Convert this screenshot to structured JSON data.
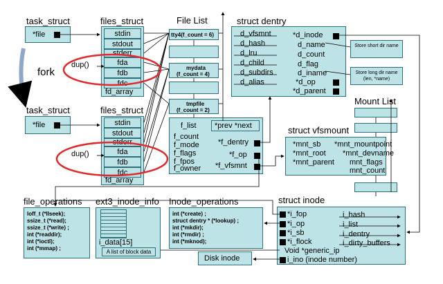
{
  "top_task": {
    "title": "task_struct",
    "file_label": "*file"
  },
  "top_files": {
    "title": "files_struct",
    "rows": [
      "stdin",
      "stdout",
      "stderr",
      "fda",
      "fdb",
      "fdc"
    ],
    "array_label": "fd_array"
  },
  "fork_label": "fork",
  "bottom_task": {
    "title": "task_struct",
    "file_label": "*file"
  },
  "bottom_files": {
    "title": "files_struct",
    "rows": [
      "stdin",
      "stdout",
      "stderr",
      "fda",
      "fdb",
      "fdc"
    ],
    "array_label": "fd_array"
  },
  "dup_label": "dup()",
  "file_list": {
    "title": "File List",
    "entry1": "tty4(f_count = 6)",
    "entry2_name": "mydata",
    "entry2_count": "(f_count = 4)",
    "entry3_name": "tmpfile",
    "entry3_count": "(f_count = 2)"
  },
  "file_detail": {
    "list_label": "f_list",
    "prev_next": "*prev  *next",
    "fields": [
      "f_count",
      "f_mode",
      "f_flags",
      "f_fpos",
      "f_owner"
    ],
    "ptr_fields": [
      "*f_dentry",
      "*f_op",
      "*f_vfsmnt"
    ]
  },
  "dentry": {
    "title": "struct dentry",
    "left": [
      "d_vfsmnt",
      "d_hash",
      "d_lru",
      "d_child",
      "d_subdirs",
      "d_alias"
    ],
    "right": [
      "*d_inode",
      "d_name",
      "d_count",
      "d_flag",
      "d_iname",
      "*d_op",
      "*d_parent"
    ],
    "note_short": "Store short dir name",
    "note_long": "Store long dir name (len, *name)"
  },
  "mount": {
    "title": "Mount List"
  },
  "vfsmount": {
    "title": "struct vfsmount",
    "left": [
      "*mnt_sb",
      "*mnt_root",
      "*mnt_parent"
    ],
    "right": [
      "*mnt_mountpoint",
      "*mnt_devname",
      "mnt_flags",
      "mnt_count"
    ]
  },
  "inode": {
    "title": "struct inode",
    "left": [
      "*i_fop",
      "*i_op",
      "*i_sb",
      "*i_flock"
    ],
    "right": [
      "i_hash",
      "i_list",
      "i_dentry",
      "i_dirty_buffers"
    ],
    "generic": "Void *generic_ip",
    "ino": "i_ino (inode number)"
  },
  "disk_inode": "Disk inode",
  "file_ops": {
    "title": "file_operations",
    "items": [
      "loff_t (*llseek);",
      "ssize_t (*read);",
      "ssize_t (*write) ;",
      "int (*readdir);",
      "int (*ioctl);",
      "int (*mmap) ;"
    ]
  },
  "ext3": {
    "title": "ext3_inode_info",
    "idata": "i_data[15]",
    "note": "A list of block data"
  },
  "inode_ops": {
    "title": "Inode_operations",
    "items": [
      "int (*create) ;",
      "struct dentry * (*lookup) ;",
      "int (*mkdir);",
      "int (*rmdir) ;",
      "int (*mknod);"
    ]
  }
}
